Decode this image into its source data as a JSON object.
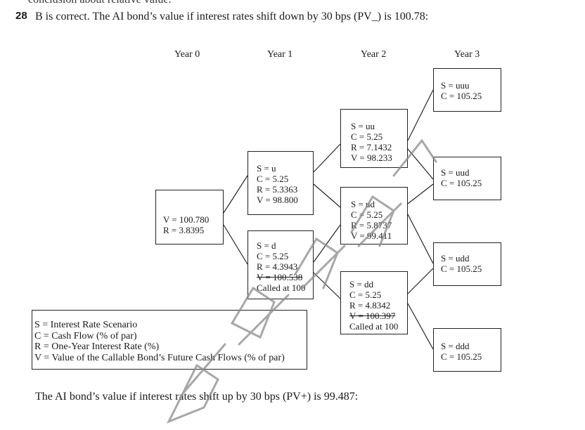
{
  "top_cut_text": "conclusion about relative value.",
  "question_number": "28",
  "intro_text": "B is correct. The AI bond’s value if interest rates shift down by 30 bps (PV_) is 100.78:",
  "years": [
    "Year 0",
    "Year 1",
    "Year 2",
    "Year 3"
  ],
  "nodes": {
    "root": [
      "V = 100.780",
      "R = 3.8395"
    ],
    "u": [
      "S = u",
      "C = 5.25",
      "R = 5.3363",
      "V = 98.800"
    ],
    "d": [
      "S = d",
      "C = 5.25",
      "R = 4.3943",
      "V = 100.538",
      "Called at 100"
    ],
    "uu": [
      "S = uu",
      "C = 5.25",
      "R = 7.1432",
      "V = 98.233"
    ],
    "ud": [
      "S = ud",
      "C = 5.25",
      "R = 5.8737",
      "V = 99.411"
    ],
    "dd": [
      "S = dd",
      "C = 5.25",
      "R = 4.8342",
      "V = 100.397",
      "Called at 100"
    ],
    "uuu": [
      "S = uuu",
      "C = 105.25"
    ],
    "uud": [
      "S = uud",
      "C = 105.25"
    ],
    "udd": [
      "S = udd",
      "C = 105.25"
    ],
    "ddd": [
      "S = ddd",
      "C = 105.25"
    ]
  },
  "legend": [
    "S = Interest Rate Scenario",
    "C = Cash Flow (% of par)",
    "R = One-Year Interest Rate (%)",
    "V = Value of the Callable Bond’s Future Cash Flows (% of par)"
  ],
  "outro_text": "The AI bond’s value if interest rates shift up by 30 bps (PV+) is 99.487:",
  "colors": {
    "ink": "#1a1a1a",
    "watermark": "#8a8a8a"
  }
}
